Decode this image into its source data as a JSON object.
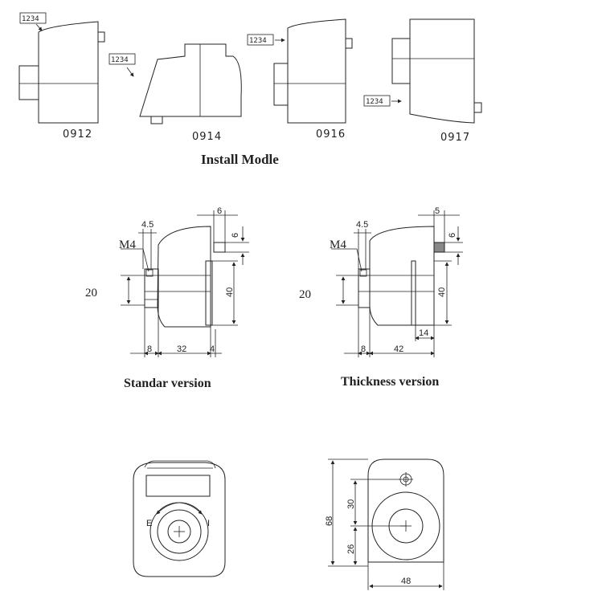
{
  "install": {
    "title": "Install Modle",
    "badge": "1234",
    "models": [
      {
        "code": "0912"
      },
      {
        "code": "0914"
      },
      {
        "code": "0916"
      },
      {
        "code": "0917"
      }
    ]
  },
  "standard": {
    "caption": "Standar version",
    "m4": "M4",
    "d_45": "4.5",
    "d_6a": "6",
    "d_6b": "6",
    "d_20": "20",
    "d_40": "40",
    "d_8": "8",
    "d_32": "32",
    "d_4": "4"
  },
  "thickness": {
    "caption": "Thickness version",
    "m4": "M4",
    "d_45": "4.5",
    "d_5": "5",
    "d_6": "6",
    "d_20": "20",
    "d_40": "40",
    "d_14": "14",
    "d_8": "8",
    "d_42": "42"
  },
  "front": {
    "label_e": "E",
    "label_i": "I"
  },
  "back": {
    "d_68": "68",
    "d_30": "30",
    "d_26": "26",
    "d_48": "48"
  }
}
